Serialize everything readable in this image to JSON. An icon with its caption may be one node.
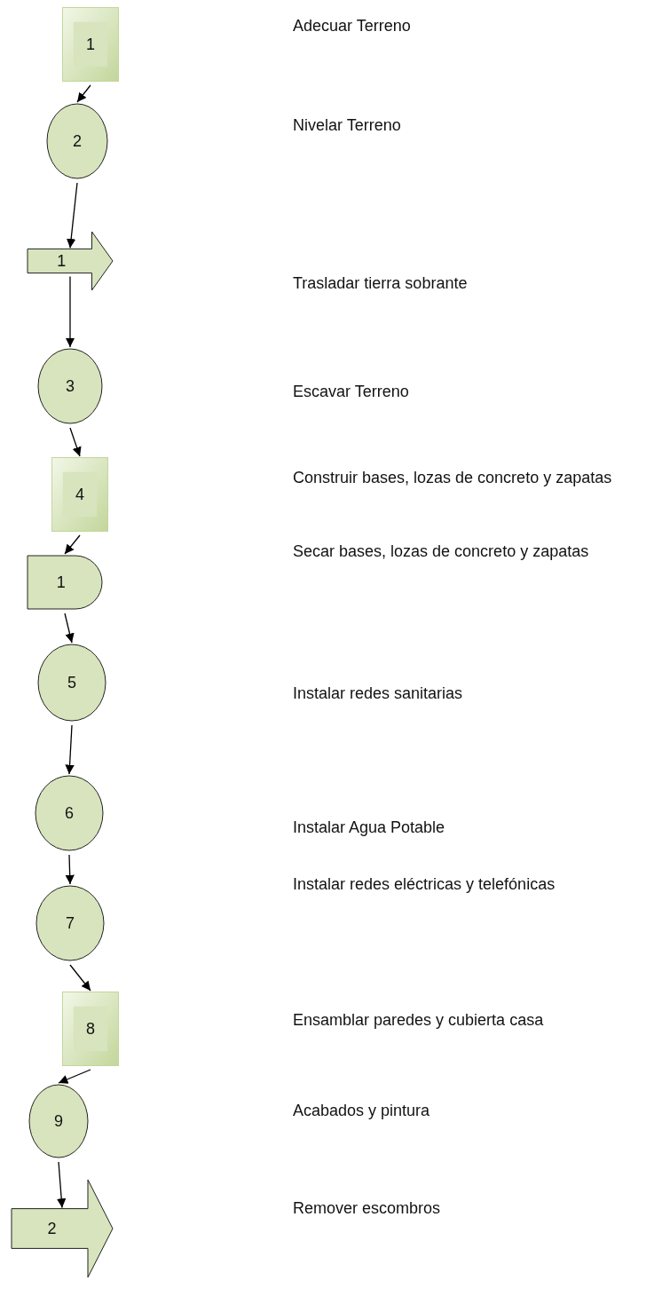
{
  "diagram": {
    "nodes": [
      {
        "text": [
          "1"
        ]
      },
      {
        "text": [
          "2"
        ]
      },
      {
        "text": [
          "1"
        ]
      },
      {
        "text": [
          "3"
        ]
      },
      {
        "text": [
          "4"
        ]
      },
      {
        "text": [
          "1"
        ]
      },
      {
        "text": [
          "5"
        ]
      },
      {
        "text": [
          "6"
        ]
      },
      {
        "text": [
          "7"
        ]
      },
      {
        "text": [
          "8"
        ]
      },
      {
        "text": [
          "9"
        ]
      },
      {
        "text": [
          "2"
        ]
      }
    ],
    "edges": [
      {
        "from": 0,
        "to": 1,
        "arrow": "to"
      },
      {
        "from": 1,
        "to": 2,
        "arrow": "to"
      },
      {
        "from": 2,
        "to": 3,
        "arrow": "to"
      },
      {
        "from": 3,
        "to": 4,
        "arrow": "to"
      },
      {
        "from": 4,
        "to": 5,
        "arrow": "to"
      },
      {
        "from": 5,
        "to": 6,
        "arrow": "to"
      },
      {
        "from": 6,
        "to": 7,
        "arrow": "to"
      },
      {
        "from": 7,
        "to": 8,
        "arrow": "to"
      },
      {
        "from": 8,
        "to": 9,
        "arrow": "to"
      },
      {
        "from": 9,
        "to": 10,
        "arrow": "to"
      },
      {
        "from": 10,
        "to": 11,
        "arrow": "to"
      }
    ],
    "labels": [
      "Adecuar Terreno",
      "Nivelar Terreno",
      "Trasladar tierra sobrante",
      "Escavar Terreno",
      "Construir bases, lozas de concreto y zapatas",
      "Secar bases, lozas de concreto y zapatas",
      "Instalar redes sanitarias",
      "Instalar Agua Potable",
      "Instalar redes eléctricas y telefónicas",
      "Ensamblar paredes y cubierta casa",
      "Acabados y pintura",
      "Remover escombros"
    ]
  }
}
